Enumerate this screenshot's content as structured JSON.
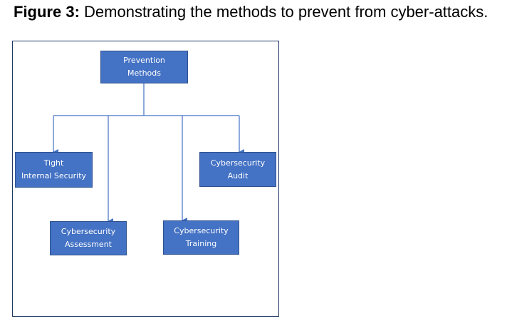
{
  "caption": {
    "label": "Figure 3:",
    "text": " Demonstrating the methods to prevent from cyber-attacks."
  },
  "diagram": {
    "root": {
      "line1": "Prevention",
      "line2": "Methods"
    },
    "children": [
      {
        "id": "tight",
        "line1": "Tight",
        "line2": "Internal Security"
      },
      {
        "id": "assess",
        "line1": "Cybersecurity",
        "line2": "Assessment"
      },
      {
        "id": "train",
        "line1": "Cybersecurity",
        "line2": "Training"
      },
      {
        "id": "audit",
        "line1": "Cybersecurity",
        "line2": "Audit"
      }
    ]
  },
  "colors": {
    "node_fill": "#4472c4",
    "node_border": "#2f528f",
    "connector": "#4472c4",
    "frame_border": "#1f3864",
    "node_text": "#ffffff"
  }
}
